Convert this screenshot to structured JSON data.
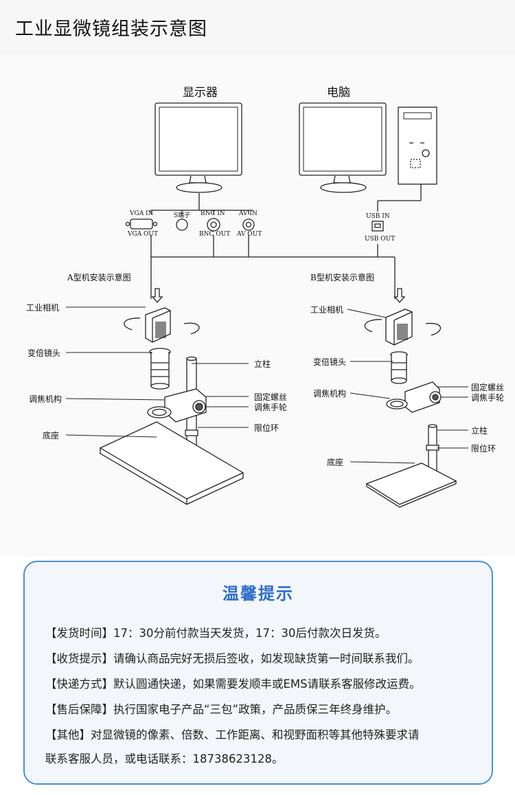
{
  "page_title": "工业显微镜组装示意图",
  "diagram": {
    "monitor_label": "显示器",
    "computer_label": "电脑",
    "ports": {
      "vga_in": "VGA IN",
      "vga_out": "VGA OUT",
      "s_terminal": "S端子",
      "bnc_in": "BNC IN",
      "bnc_out": "BNC OUT",
      "av_in": "AV IN",
      "av_out": "AV OUT",
      "usb_in": "USB IN",
      "usb_out": "USB OUT"
    },
    "type_a": {
      "title": "A型机安装示意图",
      "camera": "工业相机",
      "zoom_lens": "变倍镜头",
      "focus_mechanism": "调焦机构",
      "base": "底座",
      "pillar": "立柱",
      "fixing_screw": "固定螺丝",
      "focus_wheel": "调焦手轮",
      "limit_ring": "限位环"
    },
    "type_b": {
      "title": "B型机安装示意图",
      "camera": "工业相机",
      "zoom_lens": "变倍镜头",
      "focus_mechanism": "调焦机构",
      "base": "底座",
      "fixing_screw": "固定螺丝",
      "focus_wheel": "调焦手轮",
      "pillar": "立柱",
      "limit_ring": "限位环"
    }
  },
  "notice": {
    "title": "温馨提示",
    "lines": [
      "【发货时间】17：30分前付款当天发货，17：30后付款次日发货。",
      "【收货提示】请确认商品完好无损后签收，如发现缺货第一时间联系我们。",
      "【快递方式】默认圆通快递，如果需要发顺丰或EMS请联系客服修改运费。",
      "【售后保障】执行国家电子产品“三包”政策，产品质保三年终身维护。",
      "【其他】对显微镜的像素、倍数、工作距离、和视野面积等其他特殊要求请",
      "联系客服人员，或电话联系：18738623128。"
    ]
  },
  "colors": {
    "accent": "#2f6dc8",
    "card_border": "#4a8fd6"
  }
}
